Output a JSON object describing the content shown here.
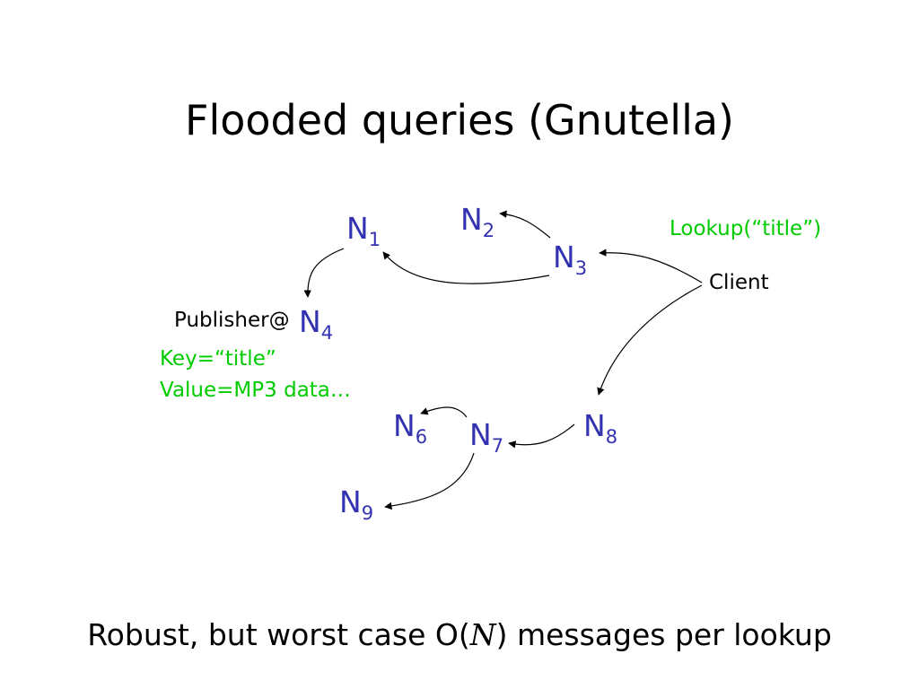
{
  "title": "Flooded queries (Gnutella)",
  "colors": {
    "node": "#3333b2",
    "annotation": "#00cc00",
    "text": "#000000"
  },
  "nodes": [
    {
      "id": "n1",
      "name": "N",
      "sub": "1"
    },
    {
      "id": "n2",
      "name": "N",
      "sub": "2"
    },
    {
      "id": "n3",
      "name": "N",
      "sub": "3"
    },
    {
      "id": "n4",
      "name": "N",
      "sub": "4"
    },
    {
      "id": "n6",
      "name": "N",
      "sub": "6"
    },
    {
      "id": "n7",
      "name": "N",
      "sub": "7"
    },
    {
      "id": "n8",
      "name": "N",
      "sub": "8"
    },
    {
      "id": "n9",
      "name": "N",
      "sub": "9"
    }
  ],
  "labels": {
    "client": "Client",
    "publisher": "Publisher@",
    "lookup": "Lookup(“title”)",
    "key": "Key=“title”",
    "value": "Value=MP3 data…"
  },
  "edges": [
    {
      "from": "Client",
      "to": "N3"
    },
    {
      "from": "Client",
      "to": "N8"
    },
    {
      "from": "N3",
      "to": "N2"
    },
    {
      "from": "N3",
      "to": "N1"
    },
    {
      "from": "N1",
      "to": "N4"
    },
    {
      "from": "N8",
      "to": "N7"
    },
    {
      "from": "N7",
      "to": "N6"
    },
    {
      "from": "N7",
      "to": "N9"
    }
  ],
  "footer": {
    "before": "Robust, but worst case O(",
    "var": "N",
    "after": ") messages per lookup"
  }
}
